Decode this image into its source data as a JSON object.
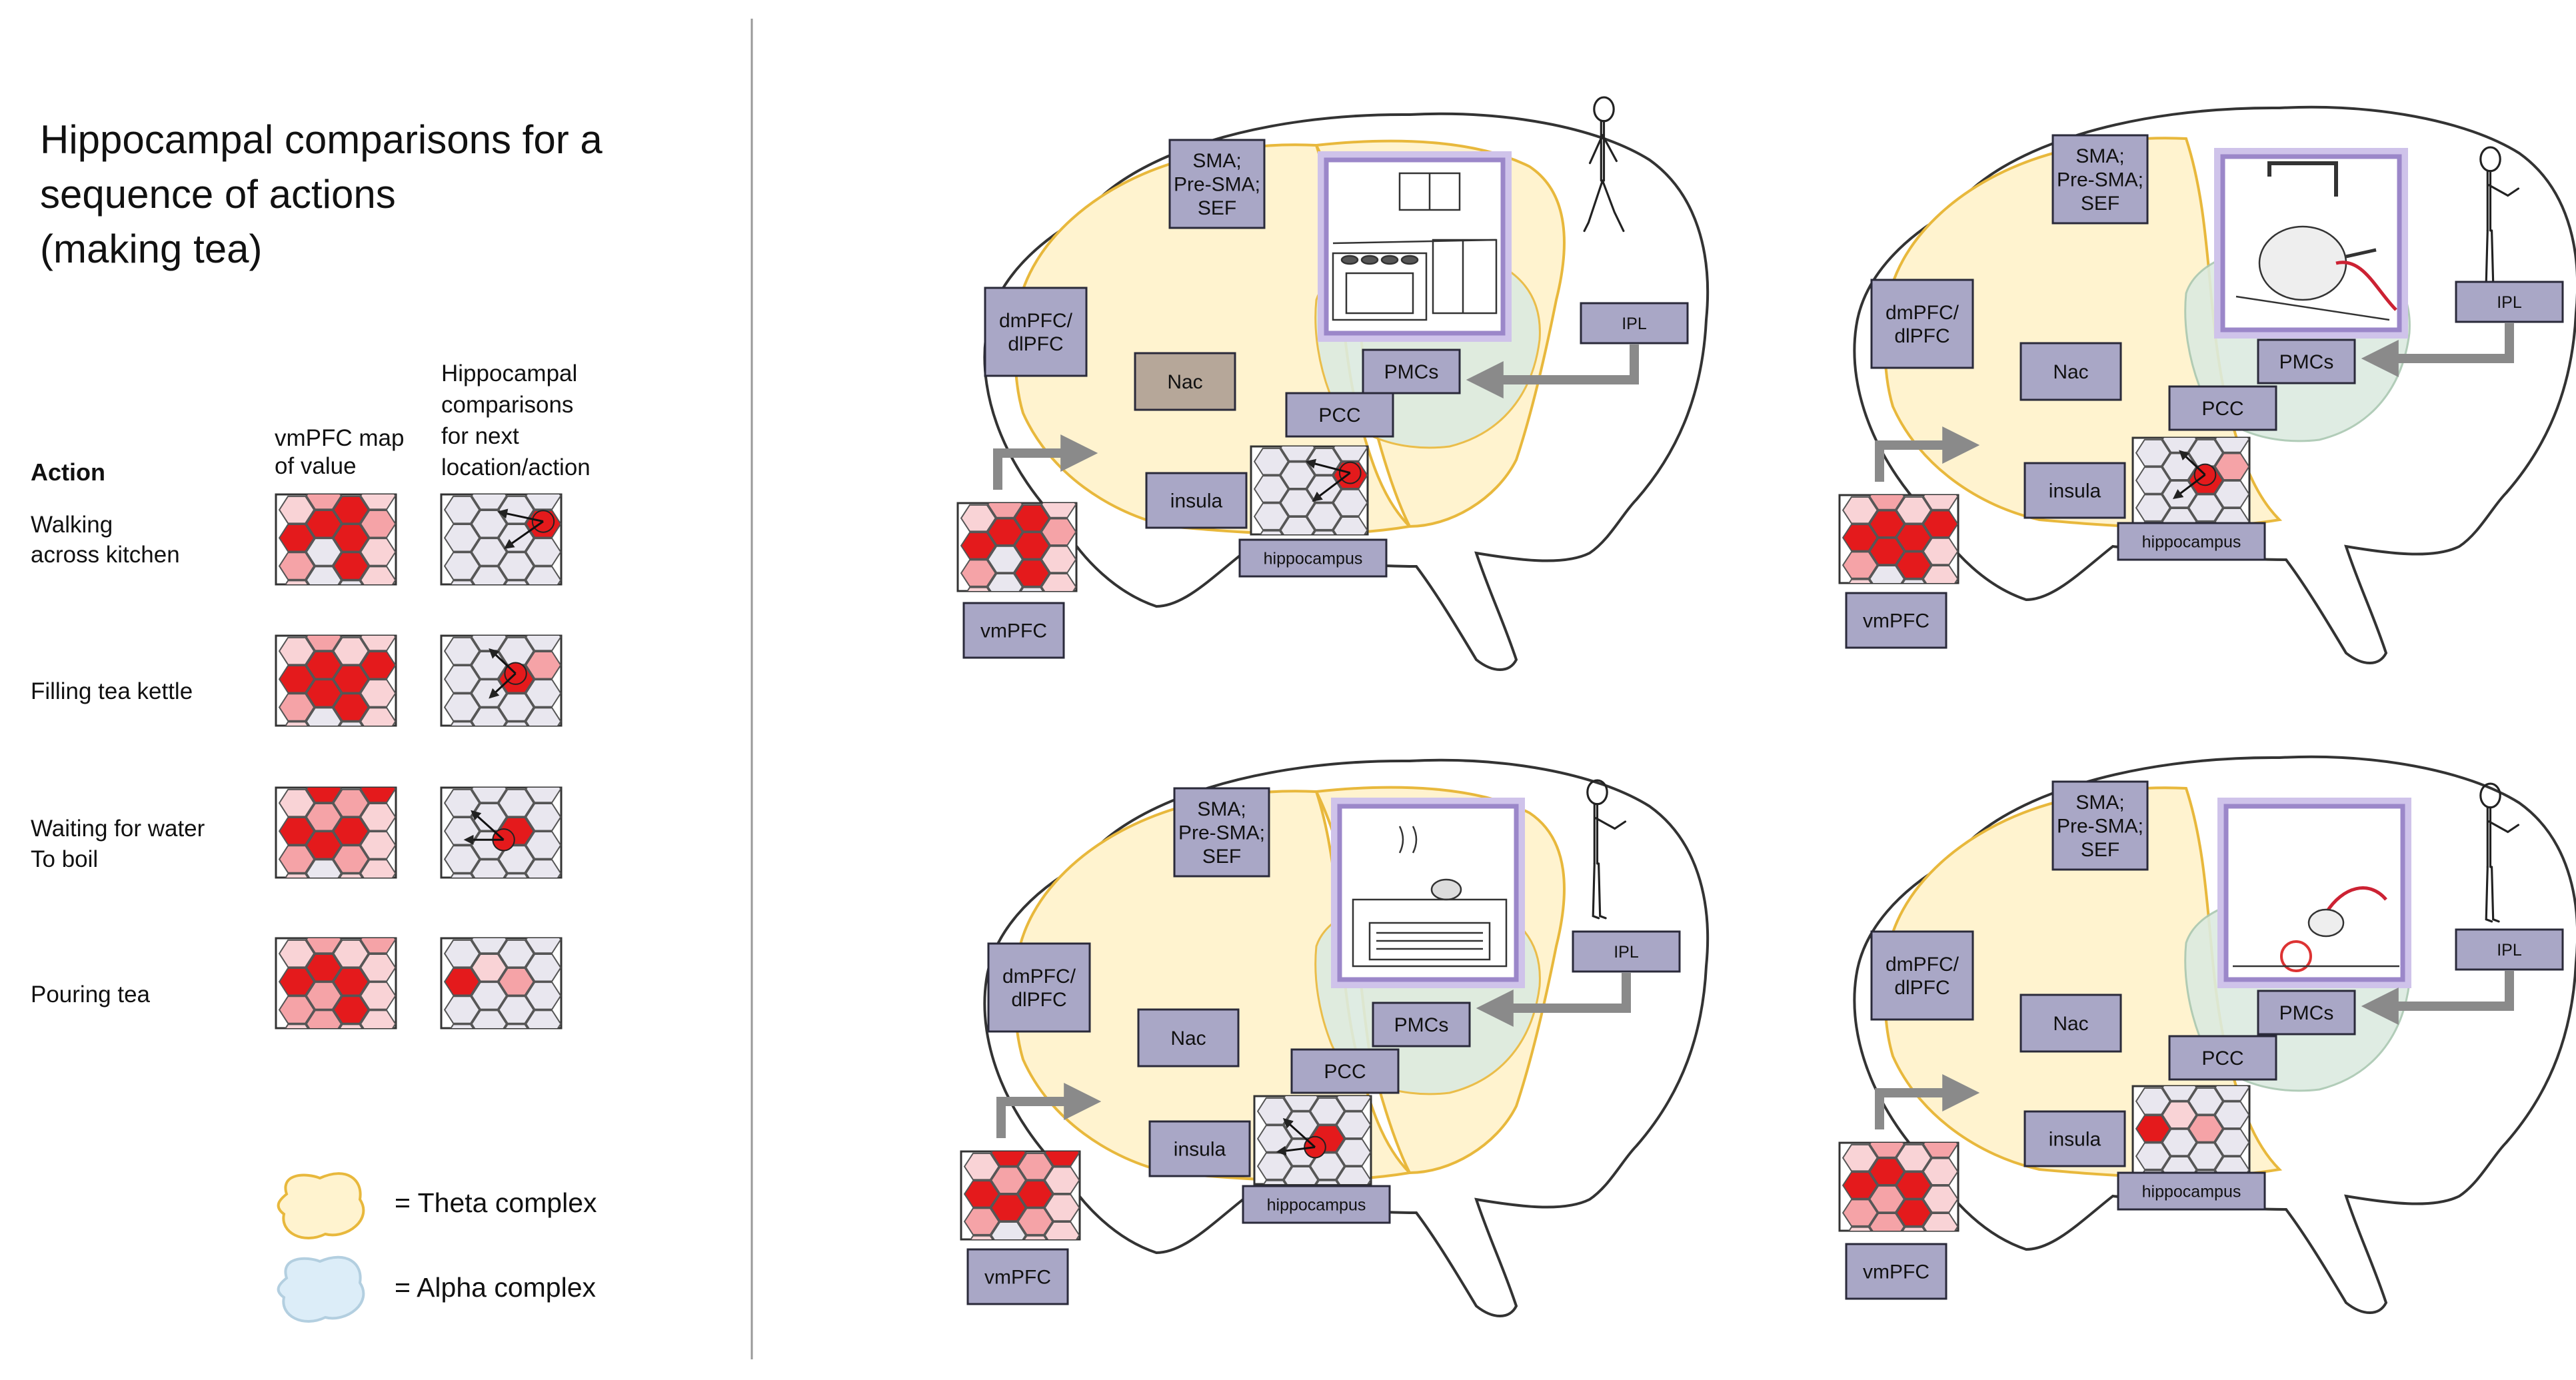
{
  "title_lines": [
    "Hippocampal comparisons for a",
    "sequence of actions",
    "(making tea)"
  ],
  "table": {
    "action_header": "Action",
    "vmpfc_header": [
      "vmPFC map",
      "of value"
    ],
    "hippo_header": [
      "Hippocampal",
      "comparisons",
      "for next",
      "location/action"
    ],
    "rows": [
      {
        "action": [
          "Walking",
          "across kitchen"
        ]
      },
      {
        "action": [
          "Filling tea kettle"
        ]
      },
      {
        "action": [
          "Waiting for water",
          "To boil"
        ]
      },
      {
        "action": [
          "Pouring tea"
        ]
      }
    ]
  },
  "legend": [
    {
      "label": "= Theta complex",
      "color": "#fff3cf",
      "stroke": "#e8b83c"
    },
    {
      "label": "= Alpha complex",
      "color": "#dcedf8",
      "stroke": "#b3cfe0"
    }
  ],
  "region_labels": {
    "sma": [
      "SMA;",
      "Pre-SMA;",
      "SEF"
    ],
    "dmpfc": [
      "dmPFC/",
      "dlPFC"
    ],
    "nac": "Nac",
    "pmcs": "PMCs",
    "pcc": "PCC",
    "insula": "insula",
    "hippocampus": "hippocampus",
    "vmpfc": "vmPFC",
    "ipl": "IPL"
  },
  "colors": {
    "label_box": "#a9a7c6",
    "label_border": "#2a2a3a",
    "nac_highlight": "#b6a799",
    "scene_frame": "#9b87c9",
    "theta_fill": "#fff3cf",
    "theta_stroke": "#e8b83c",
    "alpha_fill": "#dcebe0",
    "hex_red": "#e41a1c",
    "hex_pink": "#f5a3a7",
    "hex_lightpink": "#f9d3d6",
    "hex_grey": "#e9e7ef",
    "arrow": "#8a8a8a"
  },
  "icons": [
    "stick-figure-icon",
    "kitchen-scene-icon",
    "kettle-filling-icon",
    "stove-boiling-icon",
    "pouring-tea-icon"
  ]
}
